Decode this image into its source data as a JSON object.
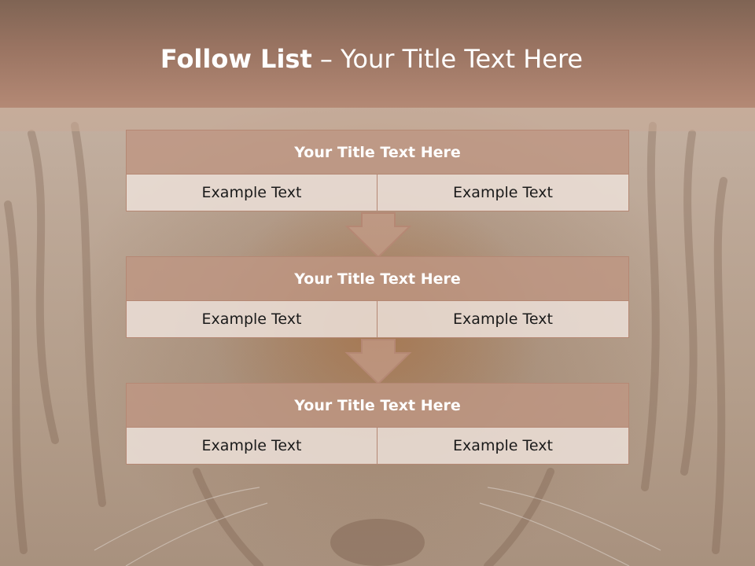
{
  "slide": {
    "title_bold": "Follow List",
    "title_rest": " – Your Title Text Here"
  },
  "blocks": [
    {
      "title": "Your Title Text Here",
      "left": "Example Text",
      "right": "Example Text"
    },
    {
      "title": "Your Title Text Here",
      "left": "Example Text",
      "right": "Example Text"
    },
    {
      "title": "Your Title Text Here",
      "left": "Example Text",
      "right": "Example Text"
    }
  ],
  "colors": {
    "header": "#9a7462",
    "block_title": "#c49c87",
    "cell": "#eaded6",
    "border": "#b58874"
  },
  "background_image": "tiger-face-photo"
}
